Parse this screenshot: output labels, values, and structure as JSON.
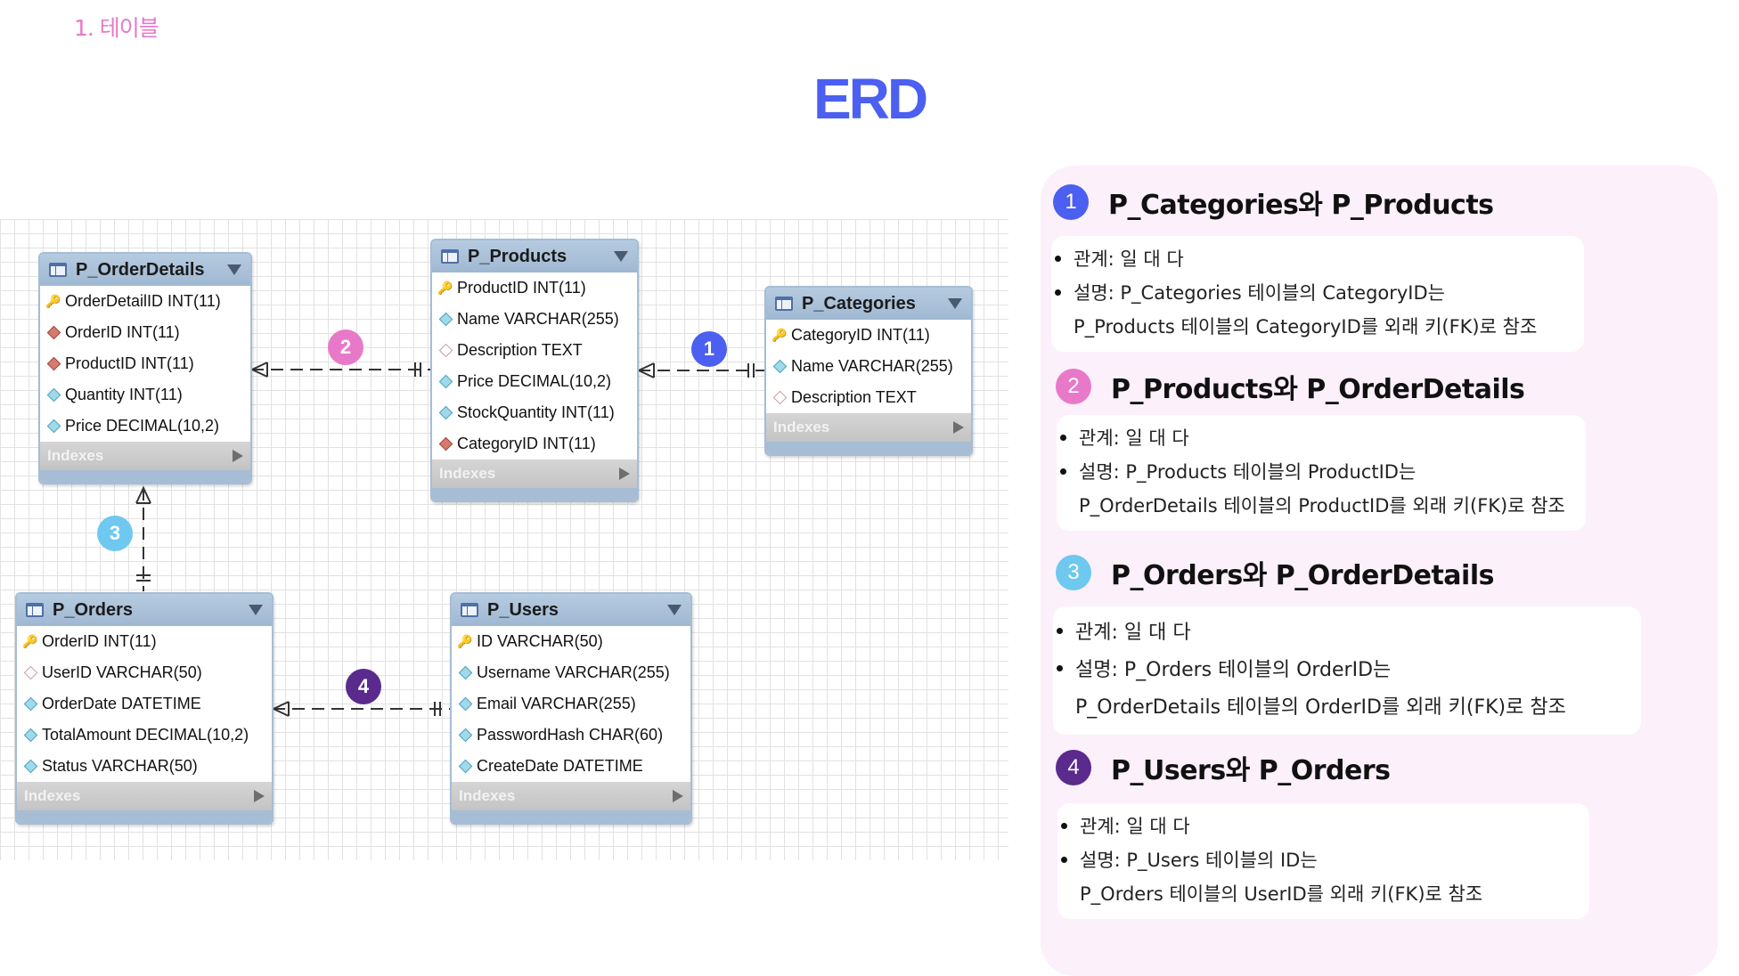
{
  "section_label": "1. 테이블",
  "title": "ERD",
  "colors": {
    "badge1": "#4b5ff0",
    "badge2": "#e879c9",
    "badge3": "#6ec8ef",
    "badge4": "#5a2a8c",
    "header_blue": "#a6bdd5",
    "panel_bg": "#fcf0fb"
  },
  "tables": {
    "orderdetails": {
      "name": "P_OrderDetails",
      "columns": [
        {
          "icon": "primary-key",
          "text": "OrderDetailID INT(11)"
        },
        {
          "icon": "foreign-key",
          "text": "OrderID INT(11)"
        },
        {
          "icon": "foreign-key",
          "text": "ProductID INT(11)"
        },
        {
          "icon": "not-null-column",
          "text": "Quantity INT(11)"
        },
        {
          "icon": "not-null-column",
          "text": "Price DECIMAL(10,2)"
        }
      ],
      "indexes": "Indexes"
    },
    "products": {
      "name": "P_Products",
      "columns": [
        {
          "icon": "primary-key",
          "text": "ProductID INT(11)"
        },
        {
          "icon": "not-null-column",
          "text": "Name VARCHAR(255)"
        },
        {
          "icon": "nullable-column",
          "text": "Description TEXT"
        },
        {
          "icon": "not-null-column",
          "text": "Price DECIMAL(10,2)"
        },
        {
          "icon": "not-null-column",
          "text": "StockQuantity INT(11)"
        },
        {
          "icon": "foreign-key",
          "text": "CategoryID INT(11)"
        }
      ],
      "indexes": "Indexes"
    },
    "categories": {
      "name": "P_Categories",
      "columns": [
        {
          "icon": "primary-key",
          "text": "CategoryID INT(11)"
        },
        {
          "icon": "not-null-column",
          "text": "Name VARCHAR(255)"
        },
        {
          "icon": "nullable-column",
          "text": "Description TEXT"
        }
      ],
      "indexes": "Indexes"
    },
    "orders": {
      "name": "P_Orders",
      "columns": [
        {
          "icon": "primary-key",
          "text": "OrderID INT(11)"
        },
        {
          "icon": "nullable-column",
          "text": "UserID VARCHAR(50)"
        },
        {
          "icon": "not-null-column",
          "text": "OrderDate DATETIME"
        },
        {
          "icon": "not-null-column",
          "text": "TotalAmount DECIMAL(10,2)"
        },
        {
          "icon": "not-null-column",
          "text": "Status VARCHAR(50)"
        }
      ],
      "indexes": "Indexes"
    },
    "users": {
      "name": "P_Users",
      "columns": [
        {
          "icon": "primary-key",
          "text": "ID VARCHAR(50)"
        },
        {
          "icon": "not-null-column",
          "text": "Username VARCHAR(255)"
        },
        {
          "icon": "not-null-column",
          "text": "Email VARCHAR(255)"
        },
        {
          "icon": "not-null-column",
          "text": "PasswordHash CHAR(60)"
        },
        {
          "icon": "not-null-column",
          "text": "CreateDate DATETIME"
        }
      ],
      "indexes": "Indexes"
    }
  },
  "diagram_badges": [
    "1",
    "2",
    "3",
    "4"
  ],
  "relations": [
    {
      "num": "1",
      "title": "P_Categories와 P_Products",
      "relation": "관계: 일 대 다",
      "desc1": "설명: P_Categories 테이블의 CategoryID는",
      "desc2": "P_Products 테이블의 CategoryID를 외래 키(FK)로 참조"
    },
    {
      "num": "2",
      "title": "P_Products와 P_OrderDetails",
      "relation": "관계: 일 대 다",
      "desc1": "설명: P_Products 테이블의 ProductID는",
      "desc2": "P_OrderDetails 테이블의 ProductID를 외래 키(FK)로 참조"
    },
    {
      "num": "3",
      "title": "P_Orders와 P_OrderDetails",
      "relation": "관계: 일 대 다",
      "desc1": "설명: P_Orders 테이블의 OrderID는",
      "desc2": "P_OrderDetails 테이블의 OrderID를 외래 키(FK)로 참조"
    },
    {
      "num": "4",
      "title": "P_Users와 P_Orders",
      "relation": "관계: 일 대 다",
      "desc1": "설명: P_Users 테이블의 ID는",
      "desc2": "P_Orders 테이블의 UserID를 외래 키(FK)로 참조"
    }
  ]
}
